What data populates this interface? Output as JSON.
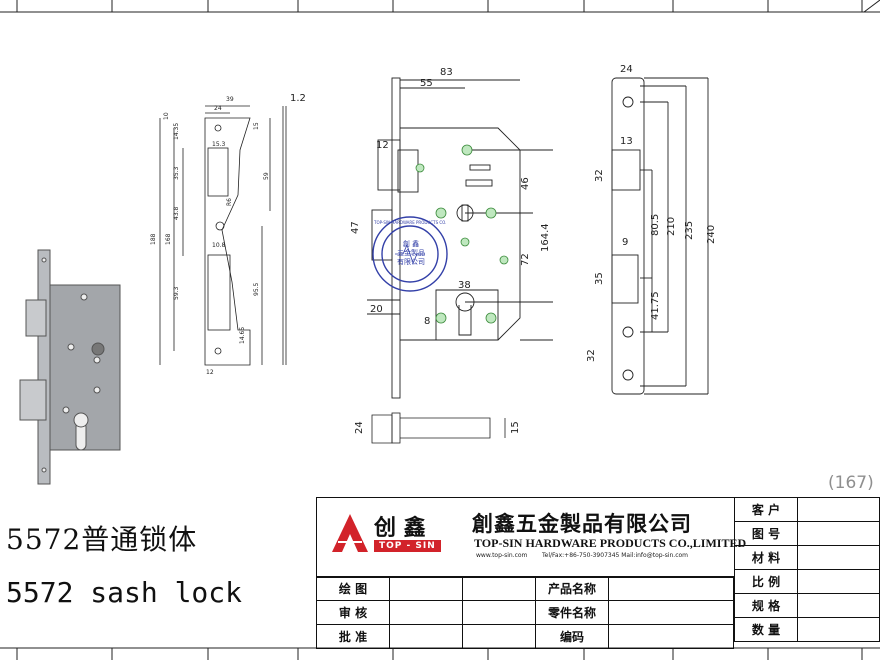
{
  "product": {
    "name_cn": "5572普通锁体",
    "name_en": "5572 sash lock"
  },
  "page_number": "(167)",
  "company": {
    "logo_cn": "创 鑫",
    "brand": "TOP - SIN",
    "name_cn": "創鑫五金製品有限公司",
    "name_en": "TOP-SIN HARDWARE PRODUCTS CO.,LIMITED",
    "website": "www.top-sin.com",
    "contact": "Tel/Fax:+86-750-3907345     Mail:info@top-sin.com"
  },
  "title_block": {
    "right_labels": [
      "客 户",
      "图 号",
      "材 料",
      "比 例",
      "规 格",
      "数 量"
    ],
    "left_labels": [
      "绘 图",
      "审 核",
      "批 准"
    ],
    "mid_labels": [
      "产品名称",
      "零件名称",
      "编码"
    ]
  },
  "stamp": {
    "ring_text": "TOP-SIN HARDWARE PRODUCTS CO.,LIMITED",
    "center_line1": "創 鑫",
    "center_line2": "五金製品",
    "center_line3": "有限公司"
  },
  "dimensions": {
    "faceplate_view": [
      "39",
      "24",
      "10",
      "1.2",
      "15",
      "14.35",
      "15.3",
      "35.3",
      "43.8",
      "10.8",
      "59.3",
      "95.5",
      "14.65",
      "188",
      "12"
    ],
    "body_view": [
      "83",
      "55",
      "12",
      "46",
      "47",
      "164.4",
      "72",
      "38",
      "20",
      "8"
    ],
    "side_view": [
      "24",
      "13",
      "32",
      "80.5",
      "210",
      "235",
      "240",
      "9",
      "35",
      "41.75",
      "32"
    ],
    "bottom_view": [
      "24",
      "15"
    ]
  }
}
